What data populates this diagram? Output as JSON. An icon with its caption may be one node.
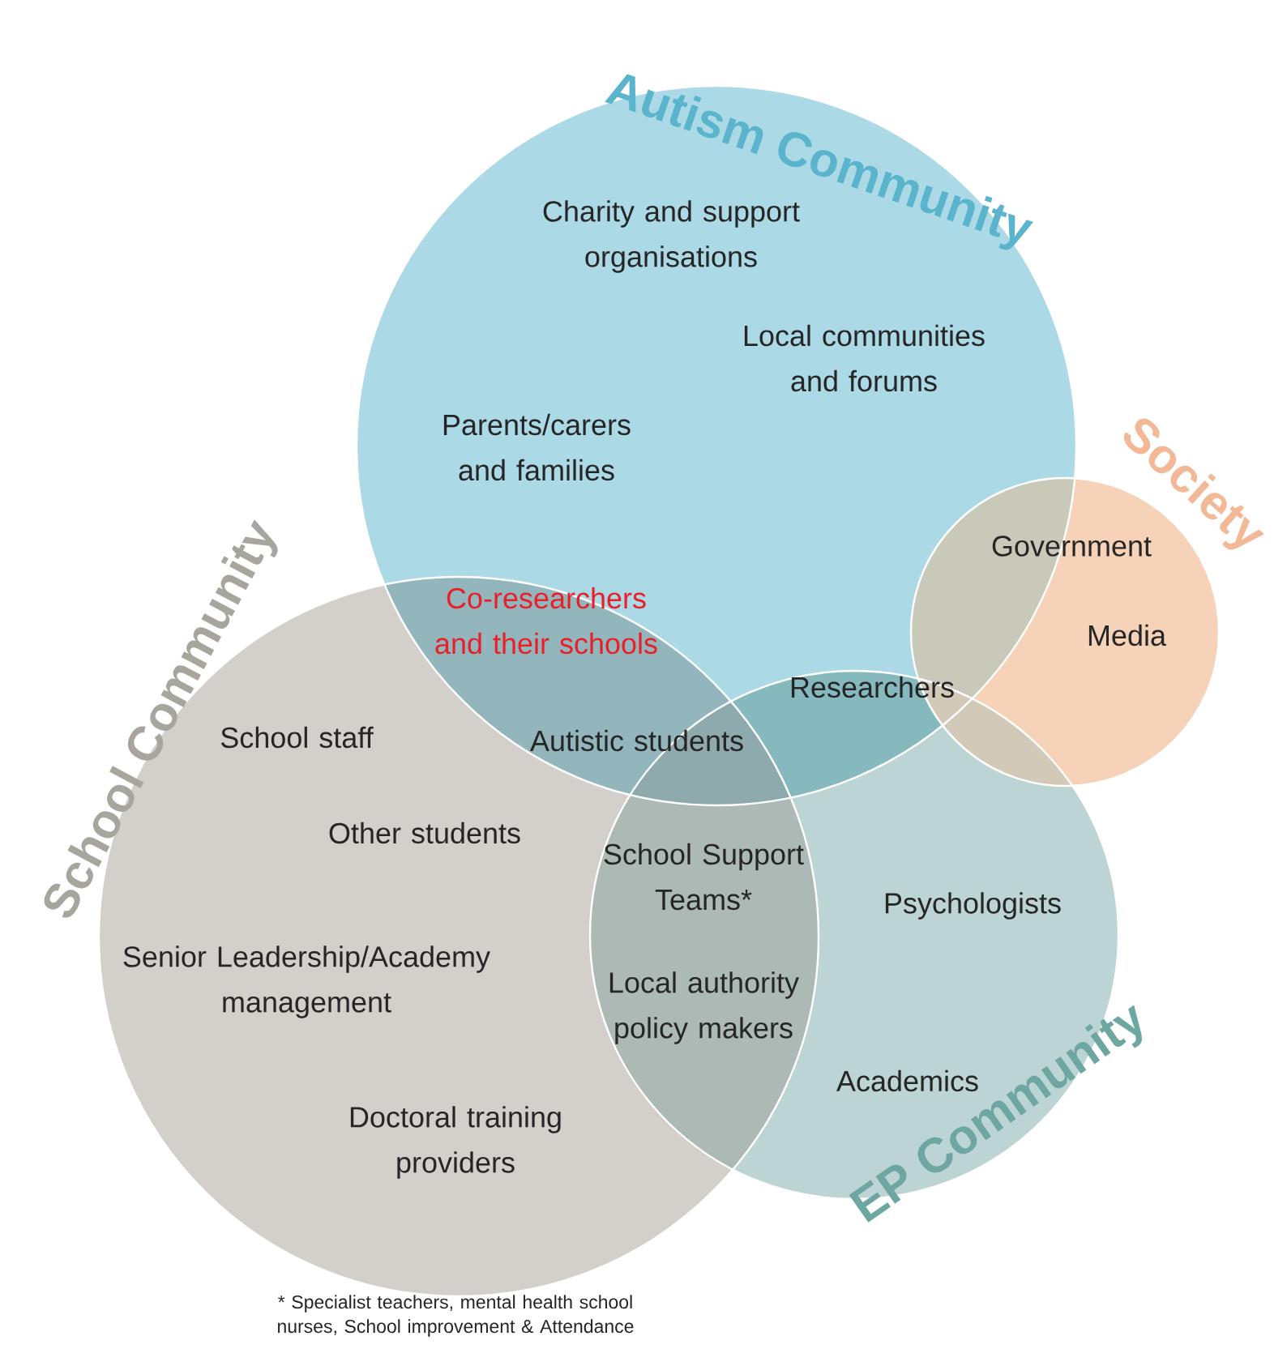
{
  "diagram": {
    "nodes": [
      {
        "text": [
          "Autism Community"
        ]
      },
      {
        "text": [
          "Society"
        ]
      },
      {
        "text": [
          "School Community"
        ]
      },
      {
        "text": [
          "EP Community"
        ]
      }
    ],
    "labels": [
      "Charity and support organisations",
      "Local communities and forums",
      "Parents/carers and families",
      "Government",
      "Media",
      "Co-researchers and their schools",
      "Researchers",
      "School staff",
      "Autistic students",
      "Other students",
      "School Support Teams*",
      "Psychologists",
      "Senior Leadership/Academy management",
      "Local authority policy makers",
      "Academics",
      "Doctoral training providers",
      "* Specialist teachers, mental health school nurses, School improvement & Attendance"
    ]
  }
}
